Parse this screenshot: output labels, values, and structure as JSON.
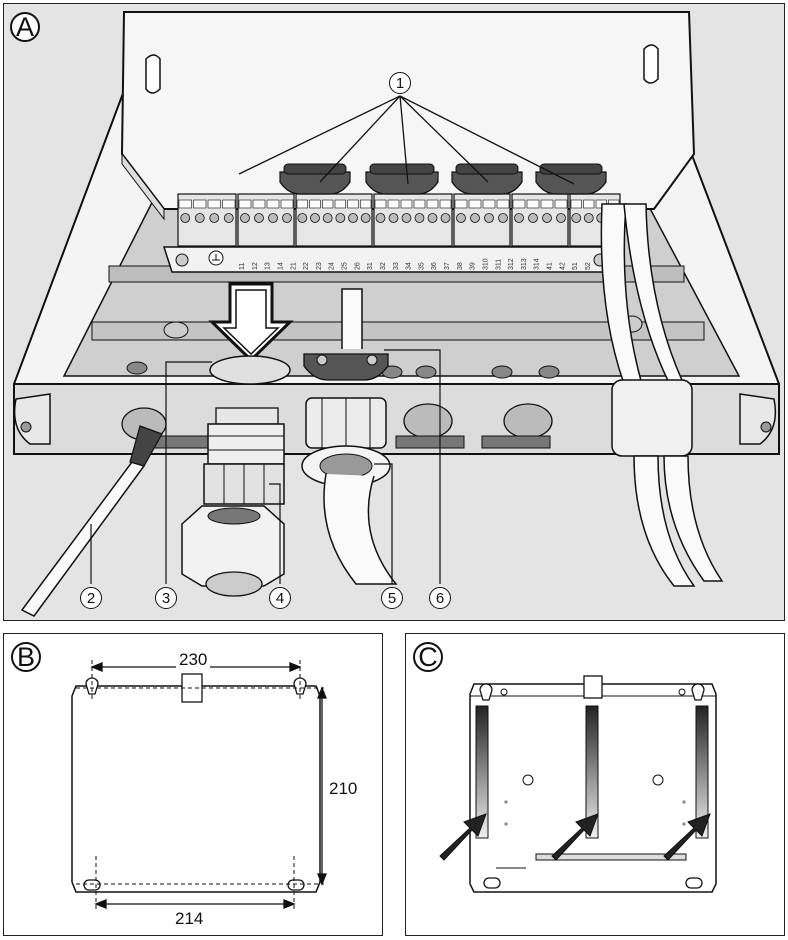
{
  "panels": {
    "a": {
      "label": "A"
    },
    "b": {
      "label": "B"
    },
    "c": {
      "label": "C"
    }
  },
  "callouts": [
    "1",
    "2",
    "3",
    "4",
    "5",
    "6"
  ],
  "terminal_labels": [
    "11",
    "12",
    "13",
    "14",
    "21",
    "22",
    "23",
    "24",
    "25",
    "26",
    "31",
    "32",
    "33",
    "34",
    "35",
    "36",
    "37",
    "38",
    "39",
    "310",
    "311",
    "312",
    "313",
    "314",
    "41",
    "42",
    "51",
    "52"
  ],
  "dimensions": {
    "top_width": "230",
    "height": "210",
    "bottom_width": "214"
  },
  "colors": {
    "line": "#111111",
    "box_fill": "#f2f2f2",
    "panel_a_bg": "#e4e4e4",
    "cap_dark": "#555555"
  }
}
